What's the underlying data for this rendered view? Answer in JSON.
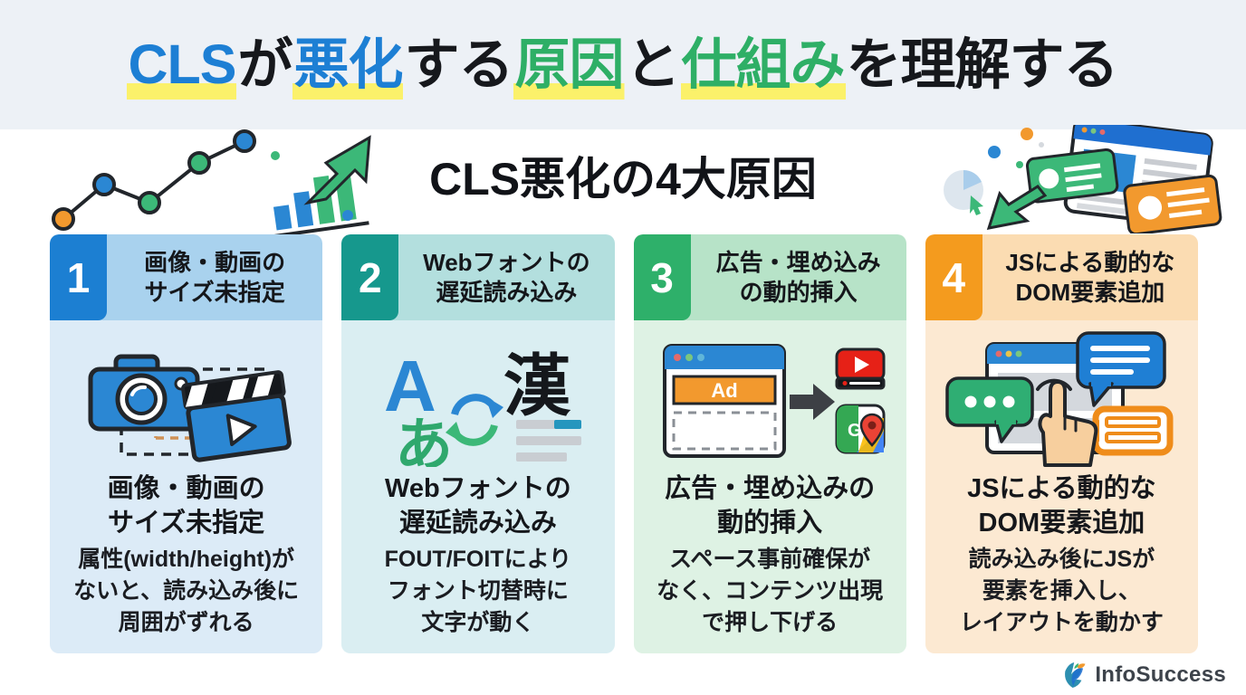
{
  "title": {
    "segments": [
      {
        "text": "CLS"
      },
      {
        "text": "が"
      },
      {
        "text": "悪化"
      },
      {
        "text": "する"
      },
      {
        "text": "原因"
      },
      {
        "text": "と"
      },
      {
        "text": "仕組み"
      },
      {
        "text": "を理解する"
      }
    ]
  },
  "section": {
    "heading": "CLS悪化の4大原因"
  },
  "cards": [
    {
      "number": "1",
      "title_lines": [
        "画像・動画の",
        "サイズ未指定"
      ],
      "subtitle_lines": [
        "画像・動画の",
        "サイズ未指定"
      ],
      "description_lines": [
        "属性(width/height)が",
        "ないと、読み込み後に",
        "周囲がずれる"
      ],
      "icon": "camera-clapperboard-icon",
      "accent_color": "#1c7fd2",
      "header_bg": "#a9d2ee",
      "body_bg": "#dcebf7"
    },
    {
      "number": "2",
      "title_lines": [
        "Webフォントの",
        "遅延読み込み"
      ],
      "subtitle_lines": [
        "Webフォントの",
        "遅延読み込み"
      ],
      "description_lines": [
        "FOUT/FOITにより",
        "フォント切替時に",
        "文字が動く"
      ],
      "icon": "font-swap-icon",
      "glyphs": {
        "latin": "A",
        "kana": "あ",
        "kanji": "漢"
      },
      "accent_color": "#16988d",
      "header_bg": "#b3dfde",
      "body_bg": "#daeef2"
    },
    {
      "number": "3",
      "title_lines": [
        "広告・埋め込み",
        "の動的挿入"
      ],
      "subtitle_lines": [
        "広告・埋め込みの",
        "動的挿入"
      ],
      "description_lines": [
        "スペース事前確保が",
        "なく、コンテンツ出現",
        "で押し下げる"
      ],
      "icon": "ad-embed-icon",
      "glyphs": {
        "ad": "Ad",
        "g": "G"
      },
      "accent_color": "#2eb06a",
      "header_bg": "#b7e3c8",
      "body_bg": "#def2e4"
    },
    {
      "number": "4",
      "title_lines": [
        "JSによる動的な",
        "DOM要素追加"
      ],
      "subtitle_lines": [
        "JSによる動的な",
        "DOM要素追加"
      ],
      "description_lines": [
        "読み込み後にJSが",
        "要素を挿入し、",
        "レイアウトを動かす"
      ],
      "icon": "dom-insert-icon",
      "accent_color": "#f49b1e",
      "header_bg": "#fbdcb2",
      "body_bg": "#fce9d2"
    }
  ],
  "footer": {
    "brand": "InfoSuccess"
  },
  "palette": {
    "title_blue": "#1d7fd4",
    "title_green": "#2eaf66",
    "highlight_yellow": "#fbf16a",
    "band_bg": "#edf1f6",
    "decor_blue": "#2b87d3",
    "decor_green": "#3cb878",
    "decor_orange": "#f2992e"
  }
}
